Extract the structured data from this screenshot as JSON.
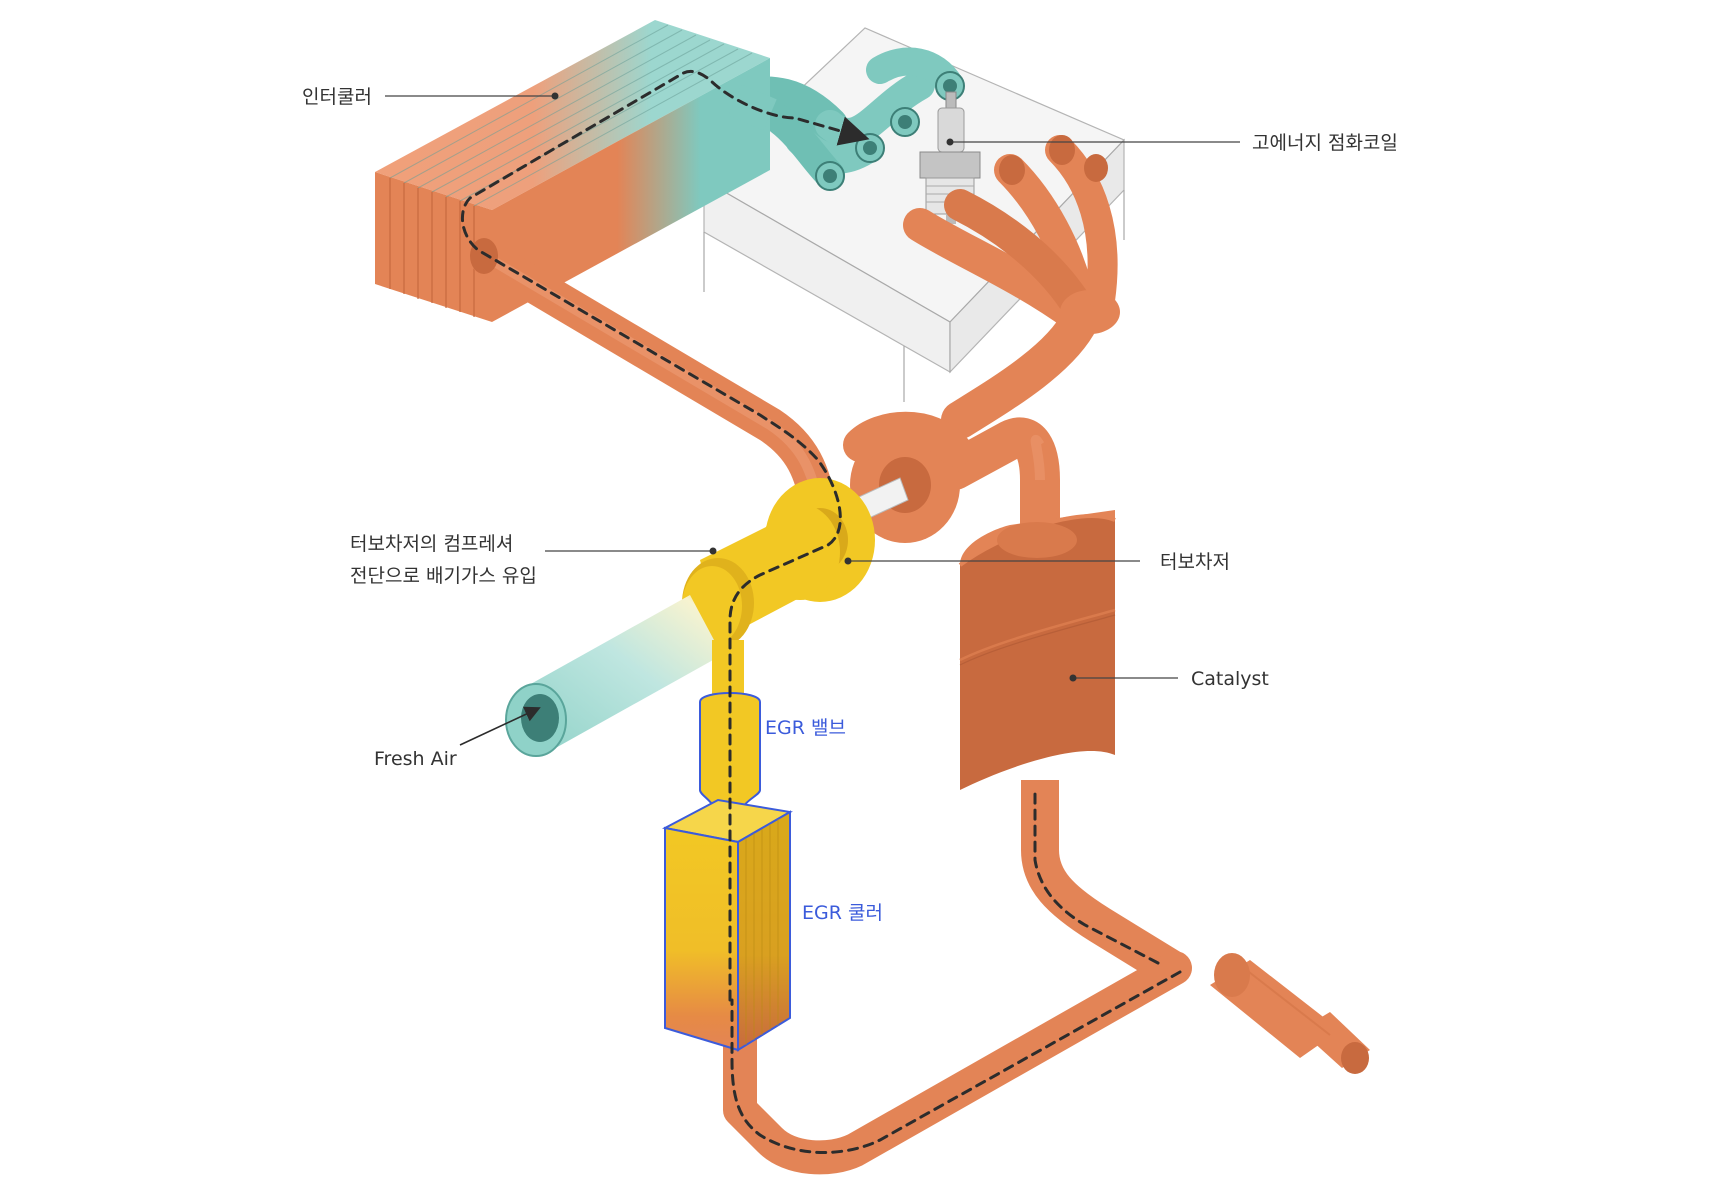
{
  "labels": {
    "intercooler": "인터쿨러",
    "ignition_coil": "고에너지 점화코일",
    "compressor_inlet_line1": "터보차저의 컴프레셔",
    "compressor_inlet_line2": "전단으로 배기가스 유입",
    "turbocharger": "터보차저",
    "catalyst": "Catalyst",
    "fresh_air": "Fresh Air",
    "egr_valve": "EGR 밸브",
    "egr_cooler": "EGR 쿨러"
  },
  "colors": {
    "pipe_orange": "#e38456",
    "pipe_orange_dark": "#c86a3f",
    "teal": "#7fc9bf",
    "teal_dark": "#5fae a4",
    "yellow": "#f2c824",
    "yellow_dark": "#d9a91a",
    "egr_outline": "#3b5bdb",
    "egr_label": "#3b5bdb",
    "engine_block": "#f2f2f2",
    "engine_stroke": "#9a9a9a"
  },
  "icons": [
    "flow-arrow-icon",
    "spark-plug-icon"
  ]
}
